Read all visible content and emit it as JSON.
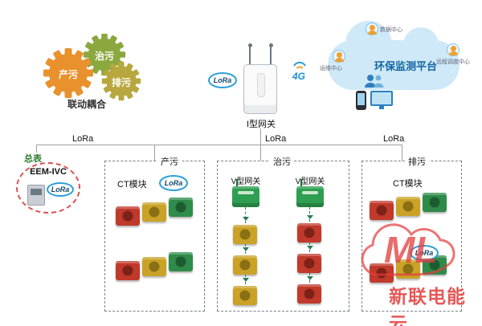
{
  "colors": {
    "gear_orange": "#e8912d",
    "gear_green": "#8ba83f",
    "gear_olive": "#b7a73e",
    "lora_border": "#2a9fd8",
    "cloud_fill": "#cfe9f8",
    "cloud_text": "#1565a0",
    "ct_red": "#c0392b",
    "ct_yellow": "#c9a227",
    "ct_green": "#2e8b4a",
    "gateway_green": "#2e9e50",
    "watermark_red": "#e23b3b",
    "dashed_circle_red": "#e05050"
  },
  "gears": {
    "caption": "联动耦合",
    "items": [
      {
        "label": "产污"
      },
      {
        "label": "治污"
      },
      {
        "label": "排污"
      }
    ]
  },
  "gateway": {
    "lora": "LoRa",
    "label": "I型网关",
    "network": "4G"
  },
  "cloud": {
    "title": "环保监测平台",
    "nodes": [
      {
        "label": "数据中心"
      },
      {
        "label": "运维中心"
      },
      {
        "label": "远程调度中心"
      }
    ]
  },
  "bus": {
    "labels": [
      "LoRa",
      "LoRa",
      "LoRa"
    ]
  },
  "meter": {
    "title": "总表",
    "model": "EEM-IVC",
    "lora": "LoRa"
  },
  "zones": {
    "produce": {
      "label": "产污",
      "module": "CT模块",
      "lora": "LoRa"
    },
    "treat": {
      "label": "治污",
      "gateway_left": "V型网关",
      "gateway_right": "V型网关"
    },
    "discharge": {
      "label": "排污",
      "module": "CT模块",
      "lora": "LoRa"
    }
  },
  "watermark": {
    "logo": "ML",
    "text": "新联电能云"
  }
}
